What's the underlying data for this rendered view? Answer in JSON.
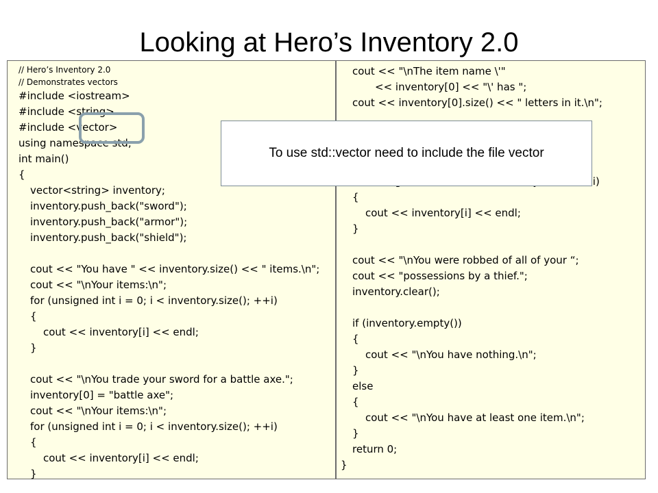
{
  "slide": {
    "title": "Looking at Hero’s Inventory 2.0"
  },
  "callout": {
    "text": "To use std::vector need to include the file vector"
  },
  "left_code": {
    "lines": [
      "// Hero’s Inventory 2.0",
      "// Demonstrates vectors",
      "#include <iostream>",
      "#include <string>",
      "#include <vector>",
      "using namespace std;",
      "int main()",
      "{",
      "vector<string> inventory;",
      "inventory.push_back(\"sword\");",
      "inventory.push_back(\"armor\");",
      "inventory.push_back(\"shield\");",
      "",
      "cout << \"You have \" << inventory.size() << \" items.\\n\";",
      "cout << \"\\nYour items:\\n\";",
      "for (unsigned int i = 0; i < inventory.size(); ++i)",
      "{",
      "cout << inventory[i] << endl;",
      "}",
      "",
      "cout << \"\\nYou trade your sword for a battle axe.\";",
      "inventory[0] = \"battle axe\";",
      "cout << \"\\nYour items:\\n\";",
      "for (unsigned int i = 0; i < inventory.size(); ++i)",
      "{",
      "cout << inventory[i] << endl;",
      "}"
    ]
  },
  "right_code": {
    "lines": [
      "cout << \"\\nThe item name \\'\"",
      "<< inventory[0] << \"\\' has \";",
      "cout << inventory[0].size() << \" letters in it.\\n\";",
      "",
      "",
      "",
      "",
      "for (unsigned int i = 0; i < inventory.size(); ++i)",
      "{",
      "cout << inventory[i] << endl;",
      "}",
      "",
      "cout << \"\\nYou were robbed of all of your “;",
      "cout << \"possessions by a thief.\";",
      "inventory.clear();",
      "",
      "if (inventory.empty())",
      "{",
      "cout << \"\\nYou have nothing.\\n\";",
      "}",
      "else",
      "{",
      "cout << \"\\nYou have at least one item.\\n\";",
      "}",
      "return 0;",
      "}"
    ]
  }
}
